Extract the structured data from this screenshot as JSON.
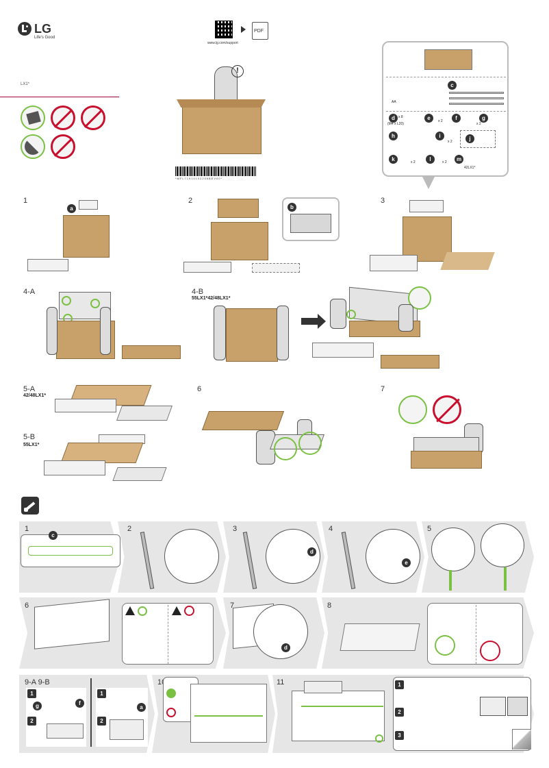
{
  "header": {
    "brand": "LG",
    "tagline": "Life's Good",
    "support_url": "www.lg.com/support",
    "pdf_label": "PDF",
    "model": "LX1*",
    "barcode_text": "*MFL71910102205BEV00*"
  },
  "parts": {
    "c": "c",
    "d": "d",
    "d_count": "x 8",
    "d_spec": "(M4 x L20)",
    "e": "e",
    "e_count": "x 2",
    "f": "f",
    "f_count": "x 2",
    "g": "g",
    "h": "h",
    "i": "i",
    "i_count": "x 2",
    "j": "j",
    "k": "k",
    "k_count": "x 2",
    "l": "l",
    "l_count": "x 2",
    "m": "m",
    "m_model": "42LX1*",
    "battery": "AA"
  },
  "unpack_steps": [
    {
      "num": "1",
      "badge": "a"
    },
    {
      "num": "2",
      "badge": "b"
    },
    {
      "num": "3"
    },
    {
      "num": "4-A"
    },
    {
      "num": "4-B",
      "sub": "55LX1*42/48LX1*"
    },
    {
      "num": "5-A",
      "sub": "42/48LX1*"
    },
    {
      "num": "5-B",
      "sub": "55LX1*"
    },
    {
      "num": "6"
    },
    {
      "num": "7"
    }
  ],
  "assembly_steps": [
    {
      "num": "1"
    },
    {
      "num": "2"
    },
    {
      "num": "3"
    },
    {
      "num": "4"
    },
    {
      "num": "5"
    },
    {
      "num": "6"
    },
    {
      "num": "7"
    },
    {
      "num": "8"
    },
    {
      "num": "9-A 9-B"
    },
    {
      "num": "10"
    },
    {
      "num": "11"
    }
  ],
  "inline_labels": {
    "c": "c",
    "d": "d",
    "e": "e",
    "f": "f",
    "g": "g",
    "a": "a",
    "one": "1",
    "two": "2",
    "three": "3"
  },
  "colors": {
    "accent_green": "#7ac143",
    "accent_red": "#c8102e",
    "lg_red": "#a50034",
    "cardboard": "#c8a06a",
    "panel_gray": "#e6e6e6"
  }
}
